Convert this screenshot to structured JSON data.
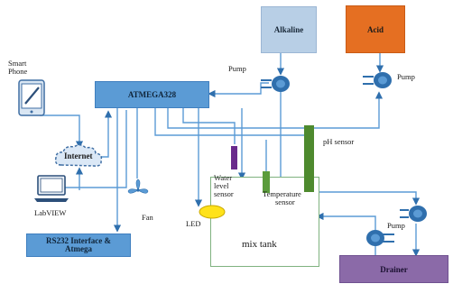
{
  "nodes": {
    "alkaline": "Alkaline",
    "acid": "Acid",
    "atmega": "ATMEGA328",
    "rs232_line1": "RS232 Interface &",
    "rs232_line2": "Atmega",
    "drainer": "Drainer",
    "mix_tank": "mix tank",
    "internet": "Internet"
  },
  "labels": {
    "smart_phone_line1": "Smart",
    "smart_phone_line2": "Phone",
    "labview": "LabVIEW",
    "fan": "Fan",
    "led": "LED",
    "ph_sensor": "pH sensor",
    "water_level_line1": "Water",
    "water_level_line2": "level",
    "water_level_line3": "sensor",
    "temperature_line1": "Temperature",
    "temperature_line2": "sensor",
    "pump_alkaline": "Pump",
    "pump_acid": "Pump",
    "pump_drain": "Pump"
  },
  "colors": {
    "wire": "#5b9bd5",
    "alkaline_fill": "#b8cfe6",
    "acid_fill": "#e56f22",
    "controller_fill": "#5b9bd5",
    "drainer_fill": "#8b6aa8",
    "led_fill": "#ffe21a",
    "ph_sensor_fill": "#4e8a2e",
    "temp_sensor_fill": "#5b9c3c",
    "water_level_fill": "#6a2b8c",
    "tank_border": "#7fb27f"
  },
  "icons": [
    "smartphone-icon",
    "laptop-icon",
    "cloud-icon",
    "fan-icon",
    "pump-icon"
  ]
}
